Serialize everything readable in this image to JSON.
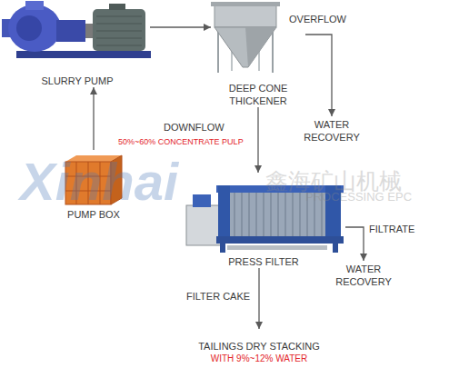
{
  "diagram": {
    "nodes": [
      {
        "text": [
          "SLURRY PUMP"
        ]
      },
      {
        "text": [
          "DEEP CONE THICKENER"
        ]
      },
      {
        "text": [
          "WATER RECOVERY"
        ]
      },
      {
        "text": [
          "PUMP BOX"
        ]
      },
      {
        "text": [
          "PRESS FILTER"
        ]
      },
      {
        "text": [
          "WATER RECOVERY"
        ]
      },
      {
        "text": [
          "TAILINGS DRY STACKING",
          "WITH 9%~12% WATER"
        ]
      }
    ],
    "edges": [
      {
        "from": 3,
        "to": 0,
        "arrow": "to"
      },
      {
        "from": 0,
        "to": 1,
        "arrow": "to"
      },
      {
        "from": 1,
        "to": 2,
        "label": "OVERFLOW",
        "arrow": "to"
      },
      {
        "from": 1,
        "to": 4,
        "label": "DOWNFLOW",
        "arrow": "to"
      },
      {
        "from": 4,
        "to": 5,
        "label": "FILTRATE",
        "arrow": "to"
      },
      {
        "from": 4,
        "to": 6,
        "label": "FILTER CAKE",
        "arrow": "to"
      }
    ],
    "labels": [
      "50%~60% CONCENTRATE PULP",
      "Xinhai",
      "鑫海矿山机械",
      "PROCESSING EPC"
    ]
  }
}
